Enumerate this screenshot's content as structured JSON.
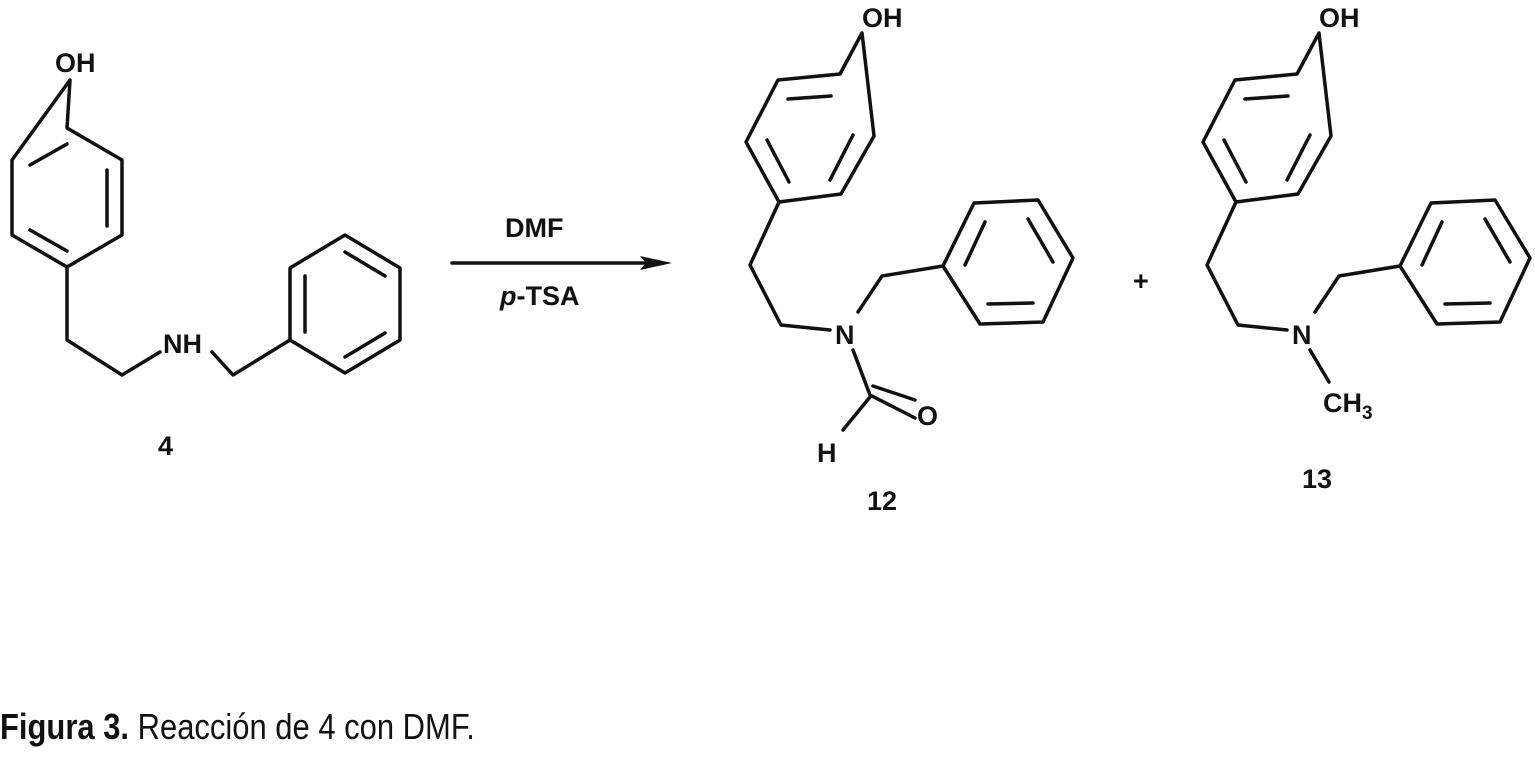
{
  "reaction": {
    "reactant": {
      "label": "4",
      "oh": "OH",
      "nh": "NH"
    },
    "conditions": {
      "reagent_top": "DMF",
      "reagent_bottom_italic": "p",
      "reagent_bottom_rest": "-TSA"
    },
    "product_1": {
      "label": "12",
      "oh": "OH",
      "n": "N",
      "o": "O",
      "h": "H"
    },
    "plus": "+",
    "product_2": {
      "label": "13",
      "oh": "OH",
      "n": "N",
      "ch": "CH",
      "sub": "3"
    }
  },
  "caption": {
    "prefix": "Figura 3.",
    "text": " Reacción de 4 con DMF."
  }
}
